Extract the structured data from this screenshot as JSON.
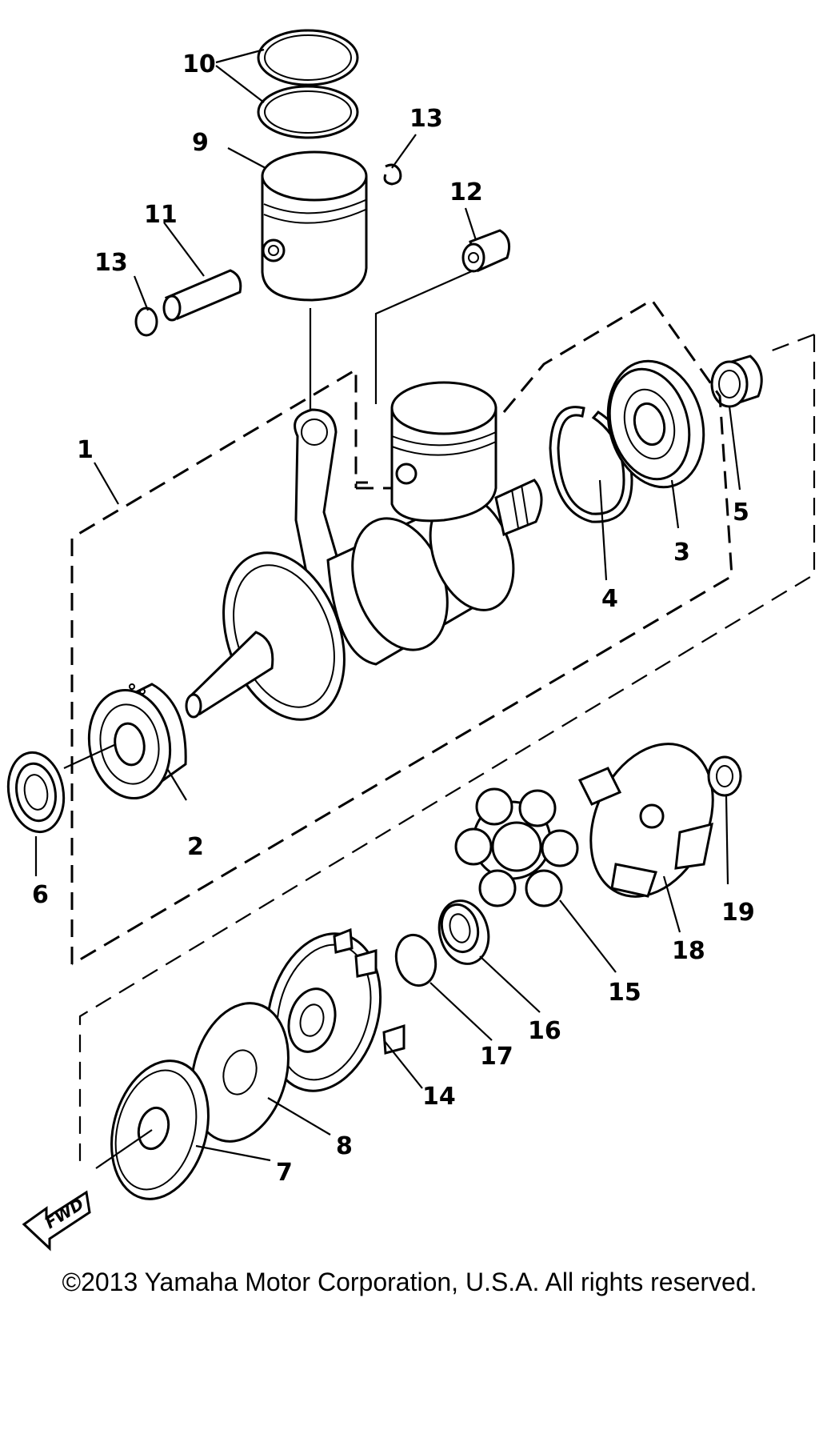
{
  "diagram": {
    "callouts": [
      "1",
      "2",
      "3",
      "4",
      "5",
      "6",
      "7",
      "8",
      "9",
      "10",
      "11",
      "12",
      "13",
      "13",
      "14",
      "15",
      "16",
      "17",
      "18",
      "19"
    ],
    "direction_marker": "FWD"
  },
  "footer": {
    "copyright": "©2013 Yamaha Motor Corporation, U.S.A. All rights reserved."
  }
}
